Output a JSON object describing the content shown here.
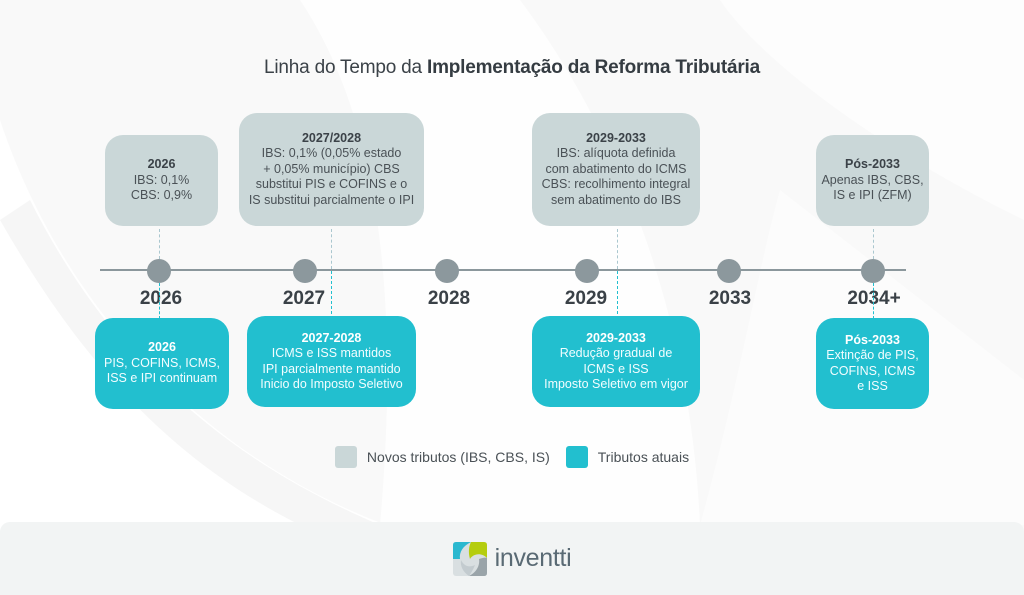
{
  "title": {
    "prefix": "Linha do Tempo da ",
    "bold": "Implementação da Reforma Tributária"
  },
  "timeline": {
    "years": [
      "2026",
      "2027",
      "2028",
      "2029",
      "2033",
      "2034+"
    ]
  },
  "new_taxes_boxes": [
    {
      "heading": "2026",
      "lines": [
        "IBS: 0,1%",
        "CBS: 0,9%"
      ]
    },
    {
      "heading": "2027/2028",
      "lines": [
        "IBS: 0,1% (0,05% estado",
        "+ 0,05% município) CBS",
        "substitui PIS e COFINS e o",
        "IS substitui parcialmente o IPI"
      ]
    },
    {
      "heading": "2029-2033",
      "lines": [
        "IBS: alíquota definida",
        "com abatimento do ICMS",
        "CBS: recolhimento integral",
        "sem abatimento do IBS"
      ]
    },
    {
      "heading": "Pós-2033",
      "lines": [
        "Apenas IBS, CBS,",
        "IS e IPI (ZFM)"
      ]
    }
  ],
  "current_taxes_boxes": [
    {
      "heading": "2026",
      "lines": [
        "PIS, COFINS, ICMS,",
        "ISS e IPI continuam"
      ]
    },
    {
      "heading": "2027-2028",
      "lines": [
        "ICMS e ISS mantidos",
        "IPI parcialmente mantido",
        "Inicio do Imposto Seletivo"
      ]
    },
    {
      "heading": "2029-2033",
      "lines": [
        "Redução gradual de",
        "ICMS e ISS",
        "Imposto Seletivo em vigor"
      ]
    },
    {
      "heading": "Pós-2033",
      "lines": [
        "Extinção de PIS,",
        "COFINS, ICMS",
        "e ISS"
      ]
    }
  ],
  "legend": {
    "new_label": "Novos tributos (IBS, CBS, IS)",
    "current_label": "Tributos atuais"
  },
  "colors": {
    "new_taxes": "#cad7d8",
    "current_taxes": "#22bfcf",
    "timeline_dot": "#8c989d",
    "logo_blue": "#2bb8cf",
    "logo_green": "#b5cd0e",
    "logo_gray": "#9aa4a9",
    "logo_light": "#d9dfe1"
  },
  "footer": {
    "brand": "inventti"
  }
}
